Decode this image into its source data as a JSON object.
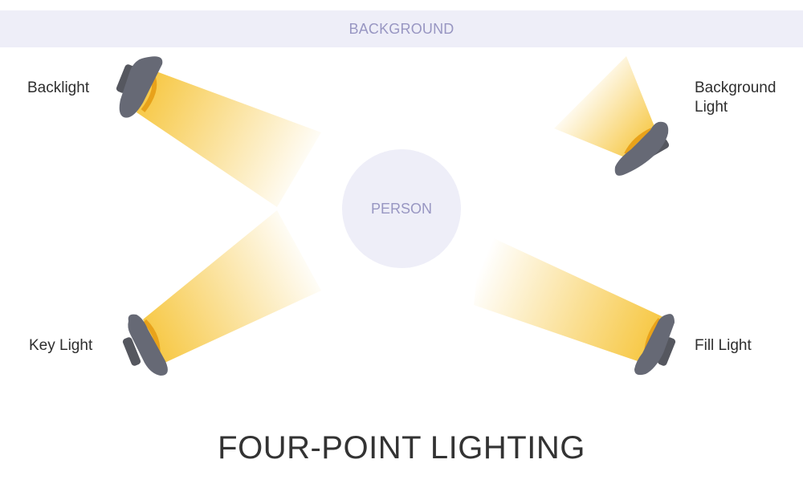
{
  "background_band": {
    "label": "BACKGROUND"
  },
  "subject": {
    "label": "PERSON"
  },
  "lights": [
    {
      "id": "backlight",
      "label": "Backlight"
    },
    {
      "id": "background-light",
      "label_line1": "Background",
      "label_line2": "Light"
    },
    {
      "id": "key-light",
      "label": "Key Light"
    },
    {
      "id": "fill-light",
      "label": "Fill Light"
    }
  ],
  "title": "FOUR-POINT LIGHTING",
  "colors": {
    "band": "#eeeef8",
    "band_text": "#9896c2",
    "beam": "#f7c948",
    "lamp_body": "#666975",
    "lamp_back": "#55575f",
    "text": "#2e2e2e"
  }
}
